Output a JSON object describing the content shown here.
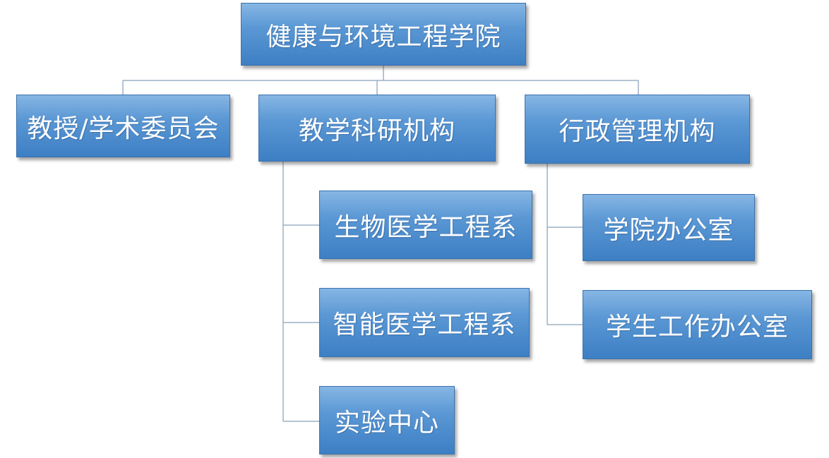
{
  "colors": {
    "box_top": "#86b6e4",
    "box_bottom": "#3d7fc4",
    "box_border": "#3c72ad",
    "connector": "#9cb0c6",
    "text": "#ffffff"
  },
  "org_chart": {
    "root": "健康与环境工程学院",
    "level1": [
      {
        "label": "教授/学术委员会"
      },
      {
        "label": "教学科研机构",
        "children": [
          "生物医学工程系",
          "智能医学工程系",
          "实验中心"
        ]
      },
      {
        "label": "行政管理机构",
        "children": [
          "学院办公室",
          "学生工作办公室"
        ]
      }
    ]
  }
}
